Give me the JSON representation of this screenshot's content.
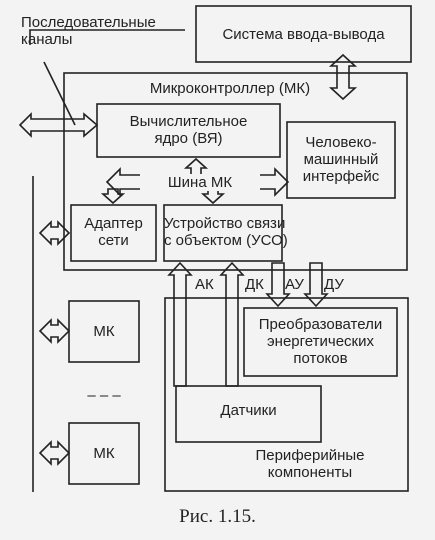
{
  "labels": {
    "serial_channels_line1": "Последовательные",
    "serial_channels_line2": "каналы",
    "io_system": "Система ввода-вывода",
    "microcontroller": "Микроконтроллер (МК)",
    "cpu_core_line1": "Вычислительное",
    "cpu_core_line2": "ядро (ВЯ)",
    "hmi_line1": "Человеко-",
    "hmi_line2": "машинный",
    "hmi_line3": "интерфейс",
    "mc_bus": "Шина МК",
    "net_adapter_line1": "Адаптер",
    "net_adapter_line2": "сети",
    "uso_line1": "Устройство связи",
    "uso_line2": "с объектом (УСО)",
    "ak": "АК",
    "dk": "ДК",
    "au": "АУ",
    "du": "ДУ",
    "converters_line1": "Преобразователи",
    "converters_line2": "энергетических",
    "converters_line3": "потоков",
    "sensors": "Датчики",
    "mk_1": "МК",
    "ellipsis": "– – –",
    "mk_2": "МК",
    "peripheral_line1": "Периферийные",
    "peripheral_line2": "компоненты",
    "caption": "Рис. 1.15."
  },
  "colors": {
    "line": "#222222",
    "background": "#f3f3f3"
  }
}
